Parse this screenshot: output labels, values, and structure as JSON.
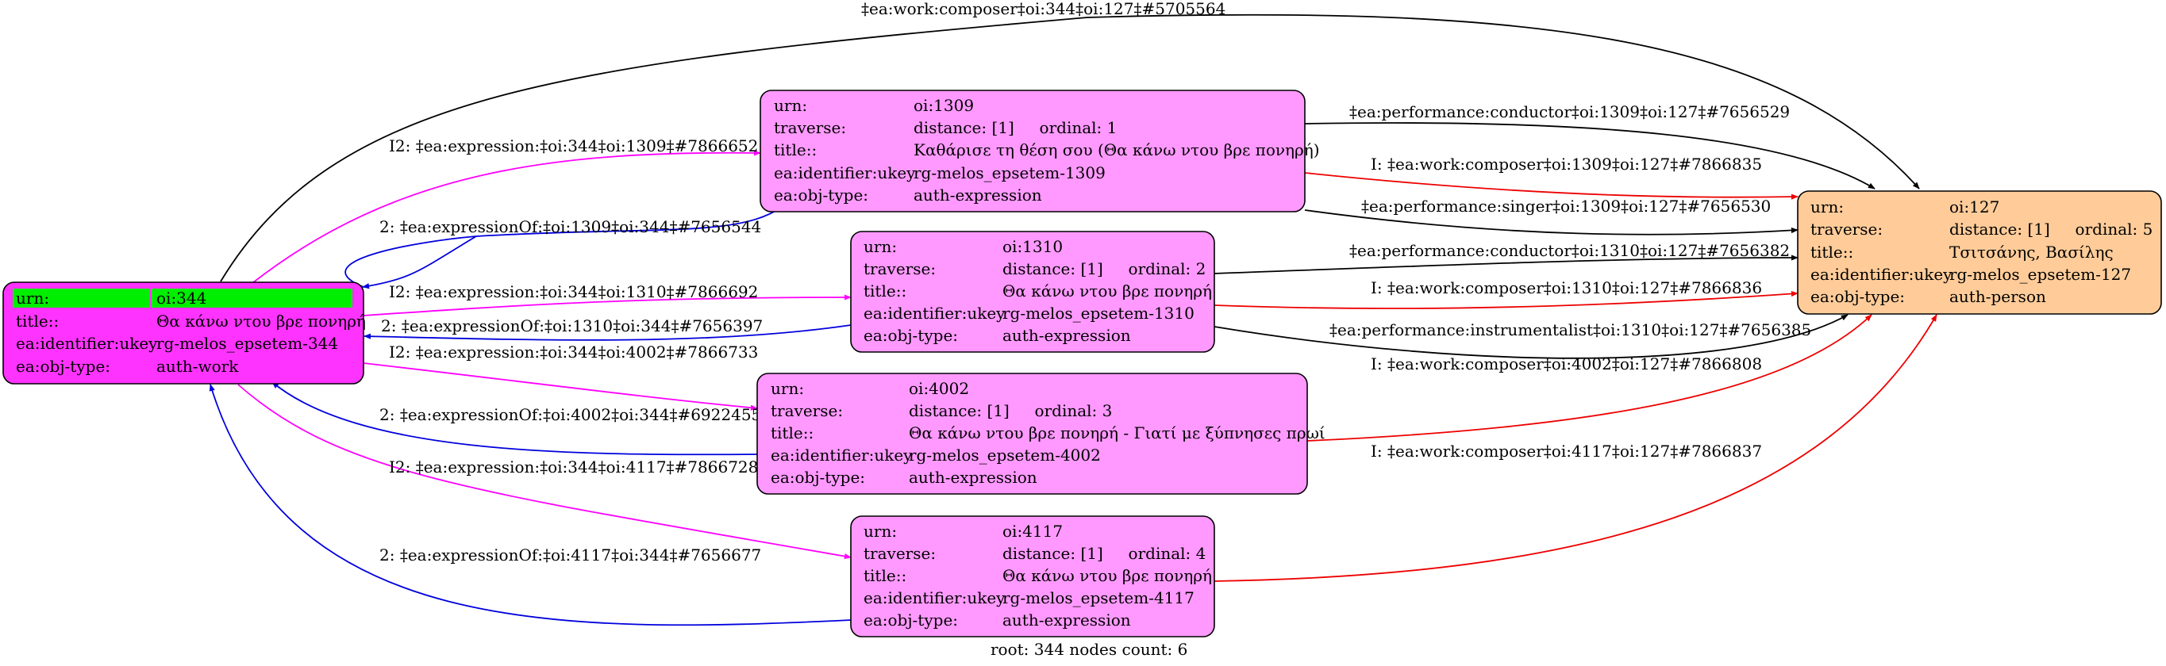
{
  "colors": {
    "root_fill": "#ff33ff",
    "root_header": "#00ee00",
    "expression_fill": "#ff99ff",
    "person_fill": "#ffcc99",
    "expression_edge": "#ff00ff",
    "expression_of_edge": "#0000dd",
    "composer_edge": "#ee0000",
    "other_edge": "#000000"
  },
  "nodes": {
    "n344": {
      "rows": [
        {
          "key": "urn:",
          "val": "oi:344"
        },
        {
          "key": "title::",
          "val": "Θα κάνω ντου βρε πονηρή"
        },
        {
          "key": "ea:identifier:ukey",
          "val": "rg-melos_epsetem-344"
        },
        {
          "key": "ea:obj-type:",
          "val": "auth-work"
        }
      ]
    },
    "n1309": {
      "rows": [
        {
          "key": "urn:",
          "val": "oi:1309"
        },
        {
          "key": "traverse:",
          "val": "distance: [1]     ordinal: 1"
        },
        {
          "key": "title::",
          "val": "Καθάρισε τη θέση σου (Θα κάνω ντου βρε πονηρή)"
        },
        {
          "key": "ea:identifier:ukey",
          "val": "rg-melos_epsetem-1309"
        },
        {
          "key": "ea:obj-type:",
          "val": "auth-expression"
        }
      ]
    },
    "n1310": {
      "rows": [
        {
          "key": "urn:",
          "val": "oi:1310"
        },
        {
          "key": "traverse:",
          "val": "distance: [1]     ordinal: 2"
        },
        {
          "key": "title::",
          "val": "Θα κάνω ντου βρε πονηρή"
        },
        {
          "key": "ea:identifier:ukey",
          "val": "rg-melos_epsetem-1310"
        },
        {
          "key": "ea:obj-type:",
          "val": "auth-expression"
        }
      ]
    },
    "n4002": {
      "rows": [
        {
          "key": "urn:",
          "val": "oi:4002"
        },
        {
          "key": "traverse:",
          "val": "distance: [1]     ordinal: 3"
        },
        {
          "key": "title::",
          "val": "Θα κάνω ντου βρε πονηρή - Γιατί με ξύπνησες πρωί"
        },
        {
          "key": "ea:identifier:ukey",
          "val": "rg-melos_epsetem-4002"
        },
        {
          "key": "ea:obj-type:",
          "val": "auth-expression"
        }
      ]
    },
    "n4117": {
      "rows": [
        {
          "key": "urn:",
          "val": "oi:4117"
        },
        {
          "key": "traverse:",
          "val": "distance: [1]     ordinal: 4"
        },
        {
          "key": "title::",
          "val": "Θα κάνω ντου βρε πονηρή"
        },
        {
          "key": "ea:identifier:ukey",
          "val": "rg-melos_epsetem-4117"
        },
        {
          "key": "ea:obj-type:",
          "val": "auth-expression"
        }
      ]
    },
    "n127": {
      "rows": [
        {
          "key": "urn:",
          "val": "oi:127"
        },
        {
          "key": "traverse:",
          "val": "distance: [1]     ordinal: 5"
        },
        {
          "key": "title::",
          "val": "Τσιτσάνης, Βασίλης"
        },
        {
          "key": "ea:identifier:ukey",
          "val": "rg-melos_epsetem-127"
        },
        {
          "key": "ea:obj-type:",
          "val": "auth-person"
        }
      ]
    }
  },
  "edges": {
    "e1": "‡ea:work:composer‡oi:344‡oi:127‡#5705564",
    "e2": "I2: ‡ea:expression:‡oi:344‡oi:1309‡#7866652",
    "e3": "2: ‡ea:expressionOf:‡oi:1309‡oi:344‡#7656544",
    "e4": "I2: ‡ea:expression:‡oi:344‡oi:1310‡#7866692",
    "e5": "2: ‡ea:expressionOf:‡oi:1310‡oi:344‡#7656397",
    "e6": "I2: ‡ea:expression:‡oi:344‡oi:4002‡#7866733",
    "e7": "2: ‡ea:expressionOf:‡oi:4002‡oi:344‡#6922455",
    "e8": "I2: ‡ea:expression:‡oi:344‡oi:4117‡#7866728",
    "e9": "2: ‡ea:expressionOf:‡oi:4117‡oi:344‡#7656677",
    "e10": "‡ea:performance:conductor‡oi:1309‡oi:127‡#7656529",
    "e11": "I: ‡ea:work:composer‡oi:1309‡oi:127‡#7866835",
    "e12": "‡ea:performance:singer‡oi:1309‡oi:127‡#7656530",
    "e13": "‡ea:performance:conductor‡oi:1310‡oi:127‡#7656382",
    "e14": "I: ‡ea:work:composer‡oi:1310‡oi:127‡#7866836",
    "e15": "‡ea:performance:instrumentalist‡oi:1310‡oi:127‡#7656385",
    "e16": "I: ‡ea:work:composer‡oi:4002‡oi:127‡#7866808",
    "e17": "I: ‡ea:work:composer‡oi:4117‡oi:127‡#7866837"
  },
  "footer": "root: 344 nodes count: 6"
}
